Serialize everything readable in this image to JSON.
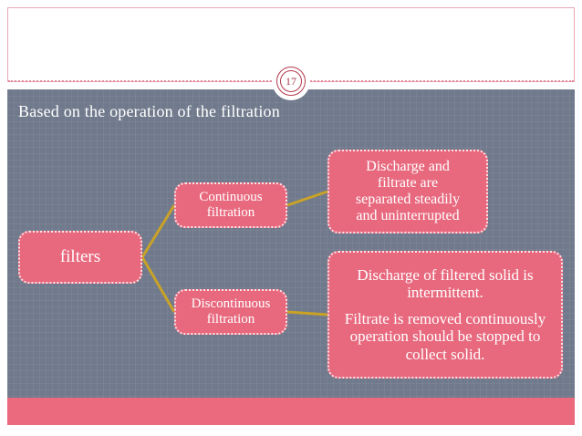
{
  "slide": {
    "page_number": "17",
    "title": "Based on the operation of the filtration",
    "colors": {
      "accent_pink": "#e8697e",
      "body_slate": "#707a8c",
      "connector_gold": "#c9a227",
      "badge_red": "#b43a4e",
      "footer_pink": "#ec6a7e"
    }
  },
  "diagram": {
    "root": {
      "label": "filters"
    },
    "branches": [
      {
        "node": {
          "line1": "Continuous",
          "line2": "filtration"
        },
        "result": {
          "line1": "Discharge and",
          "line2": "filtrate are",
          "line3": "separated steadily",
          "line4": "and uninterrupted"
        }
      },
      {
        "node": {
          "line1": "Discontinuous",
          "line2": "filtration"
        },
        "result": {
          "paragraph1": "Discharge of filtered solid is intermittent.",
          "paragraph2": "Filtrate is removed continuously operation should be stopped to collect solid."
        }
      }
    ]
  }
}
